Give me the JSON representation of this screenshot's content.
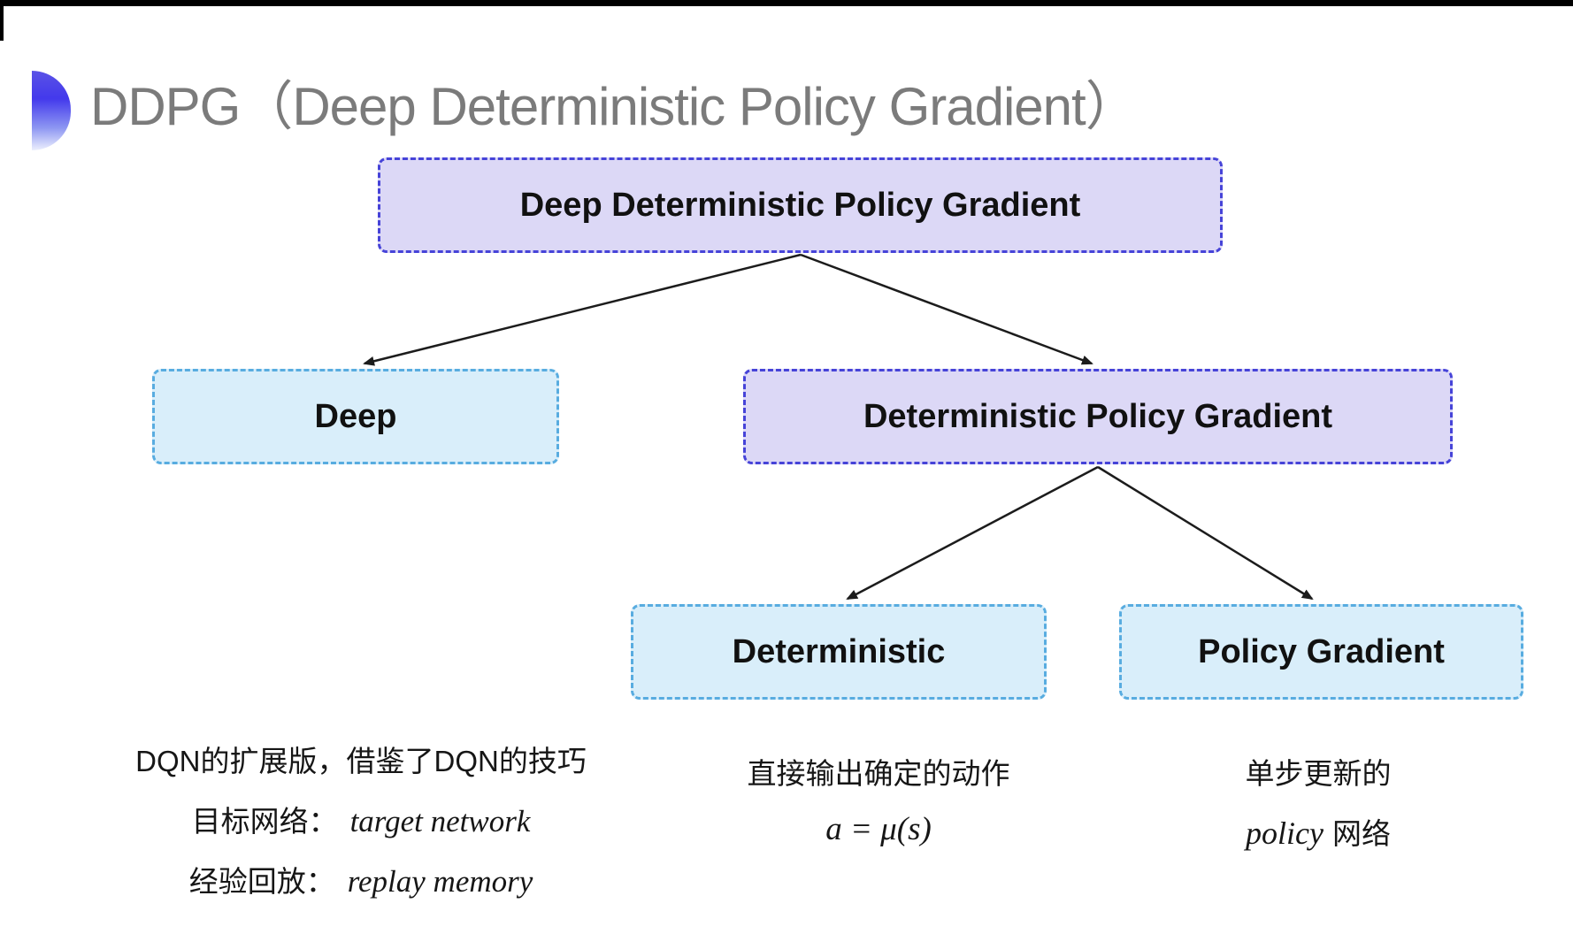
{
  "page": {
    "title": "DDPG（Deep Deterministic Policy Gradient）"
  },
  "diagram": {
    "nodes": {
      "root": {
        "label": "Deep Deterministic Policy Gradient",
        "variant": "purple"
      },
      "deep": {
        "label": "Deep",
        "variant": "blue"
      },
      "dpg": {
        "label": "Deterministic Policy Gradient",
        "variant": "purple"
      },
      "deterministic": {
        "label": "Deterministic",
        "variant": "blue"
      },
      "policy_gradient": {
        "label": "Policy Gradient",
        "variant": "blue"
      }
    },
    "edges": [
      {
        "from": "root",
        "to": "deep"
      },
      {
        "from": "root",
        "to": "dpg"
      },
      {
        "from": "dpg",
        "to": "deterministic"
      },
      {
        "from": "dpg",
        "to": "policy_gradient"
      }
    ],
    "notes": {
      "deep": {
        "line1": "DQN的扩展版，借鉴了DQN的技巧",
        "target_label": "目标网络：",
        "target_term": "target network",
        "replay_label": "经验回放：",
        "replay_term": "replay memory"
      },
      "deterministic": {
        "line1": "直接输出确定的动作",
        "formula": "a = μ(s)"
      },
      "policy_gradient": {
        "line1": "单步更新的",
        "term": "policy",
        "suffix": "网络"
      }
    }
  },
  "colors": {
    "purple_fill": "#dcd8f6",
    "purple_border": "#4643d8",
    "blue_fill": "#d9eefa",
    "blue_border": "#58ace0",
    "title_gray": "#7b7b7b",
    "arrow_black": "#1c1c1c",
    "icon_blue_top": "#4a42e6",
    "icon_blue_bottom": "#eceffd"
  }
}
